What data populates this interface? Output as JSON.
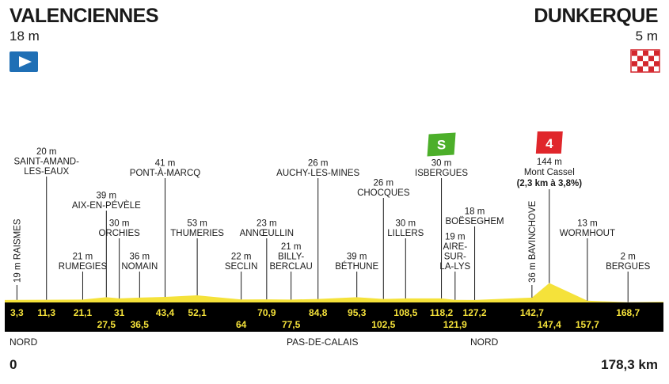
{
  "start": {
    "city": "VALENCIENNES",
    "altitude": "18 m"
  },
  "finish": {
    "city": "DUNKERQUE",
    "altitude": "5 m"
  },
  "regions": [
    "NORD",
    "PAS-DE-CALAIS",
    "NORD"
  ],
  "distance_start": "0",
  "distance_total": "178,3 km",
  "colors": {
    "yellow": "#f5e23a",
    "band": "#000000",
    "line": "#1a1a1a",
    "start_flag": "#1f6fb5",
    "sprint": "#4caf2a",
    "climb": "#e0262b"
  },
  "chart_data": {
    "type": "area",
    "title": "",
    "xlabel": "",
    "ylabel": "",
    "xlim": [
      0,
      178.3
    ],
    "waypoints": [
      {
        "km": 3.3,
        "km_label": "3,3",
        "name": "RAISMES",
        "alt": 19,
        "alt_label": "19 m",
        "vertical": true
      },
      {
        "km": 11.3,
        "km_label": "11,3",
        "name": "SAINT-AMAND-\nLES-EAUX",
        "alt": 20,
        "alt_label": "20 m"
      },
      {
        "km": 21.1,
        "km_label": "21,1",
        "name": "RUMEGIES",
        "alt": 21,
        "alt_label": "21 m"
      },
      {
        "km": 27.5,
        "km_label": "27,5",
        "name": "AIX-EN-PÉVÈLE",
        "alt": 39,
        "alt_label": "39 m"
      },
      {
        "km": 31,
        "km_label": "31",
        "name": "ORCHIES",
        "alt": 30,
        "alt_label": "30 m"
      },
      {
        "km": 36.5,
        "km_label": "36,5",
        "name": "NOMAIN",
        "alt": 36,
        "alt_label": "36 m"
      },
      {
        "km": 43.4,
        "km_label": "43,4",
        "name": "PONT-À-MARCQ",
        "alt": 41,
        "alt_label": "41 m"
      },
      {
        "km": 52.1,
        "km_label": "52,1",
        "name": "THUMERIES",
        "alt": 53,
        "alt_label": "53 m"
      },
      {
        "km": 64,
        "km_label": "64",
        "name": "SECLIN",
        "alt": 22,
        "alt_label": "22 m"
      },
      {
        "km": 70.9,
        "km_label": "70,9",
        "name": "ANNŒULLIN",
        "alt": 23,
        "alt_label": "23 m"
      },
      {
        "km": 77.5,
        "km_label": "77,5",
        "name": "BILLY-\nBERCLAU",
        "alt": 21,
        "alt_label": "21 m"
      },
      {
        "km": 84.8,
        "km_label": "84,8",
        "name": "AUCHY-LES-MINES",
        "alt": 26,
        "alt_label": "26 m"
      },
      {
        "km": 95.3,
        "km_label": "95,3",
        "name": "BÉTHUNE",
        "alt": 39,
        "alt_label": "39 m"
      },
      {
        "km": 102.5,
        "km_label": "102,5",
        "name": "CHOCQUES",
        "alt": 26,
        "alt_label": "26 m"
      },
      {
        "km": 108.5,
        "km_label": "108,5",
        "name": "LILLERS",
        "alt": 30,
        "alt_label": "30 m"
      },
      {
        "km": 118.2,
        "km_label": "118,2",
        "name": "ISBERGUES",
        "alt": 30,
        "alt_label": "30 m",
        "sprint": true
      },
      {
        "km": 121.9,
        "km_label": "121,9",
        "name": "AIRE-\nSUR-\nLA-LYS",
        "alt": 19,
        "alt_label": "19 m"
      },
      {
        "km": 127.2,
        "km_label": "127,2",
        "name": "BOËSEGHEM",
        "alt": 18,
        "alt_label": "18 m"
      },
      {
        "km": 142.7,
        "km_label": "142,7",
        "name": "BAVINCHOVE",
        "alt": 36,
        "alt_label": "36 m",
        "vertical": true
      },
      {
        "km": 147.4,
        "km_label": "147,4",
        "name": "Mont Cassel",
        "alt": 144,
        "alt_label": "144 m",
        "climb": "4",
        "climb_detail": "(2,3 km à 3,8%)"
      },
      {
        "km": 157.7,
        "km_label": "157,7",
        "name": "WORMHOUT",
        "alt": 13,
        "alt_label": "13 m"
      },
      {
        "km": 168.7,
        "km_label": "168,7",
        "name": "BERGUES",
        "alt": 2,
        "alt_label": "2 m"
      }
    ],
    "sprint_label": "S",
    "climb_label": "4"
  }
}
